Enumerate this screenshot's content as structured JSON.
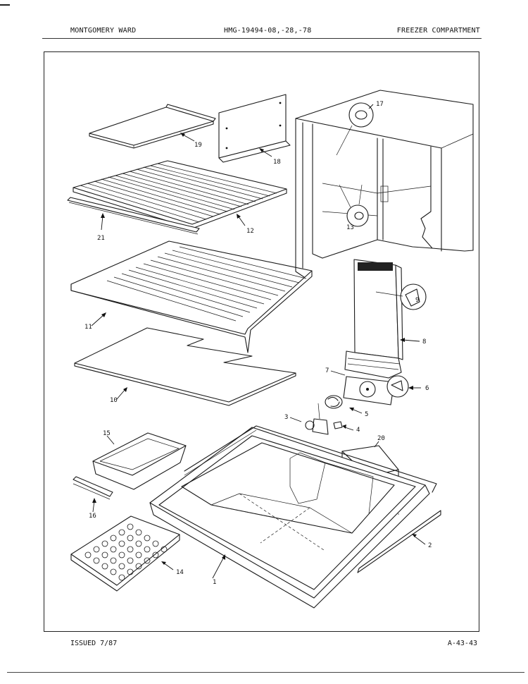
{
  "header": {
    "brand": "MONTGOMERY WARD",
    "model": "HMG-19494-08,-28,-78",
    "section": "FREEZER COMPARTMENT"
  },
  "footer": {
    "issued": "ISSUED 7/87",
    "page_code": "A-43-43"
  },
  "callouts": [
    "1",
    "2",
    "3",
    "4",
    "5",
    "6",
    "7",
    "8",
    "9",
    "10",
    "11",
    "12",
    "13",
    "14",
    "15",
    "16",
    "17",
    "19",
    "18",
    "20",
    "21"
  ]
}
